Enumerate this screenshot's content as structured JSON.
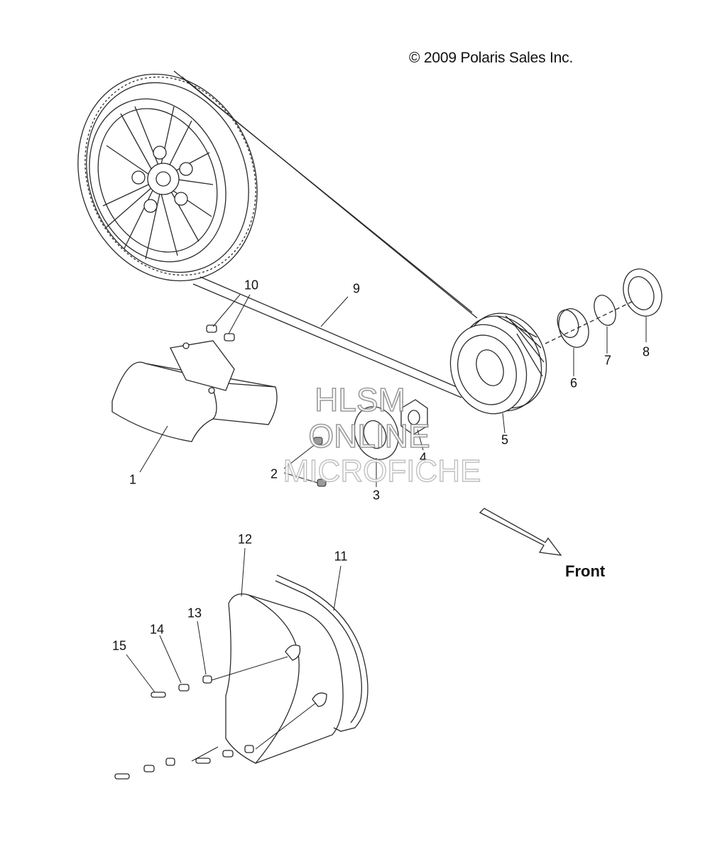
{
  "copyright": "© 2009 Polaris Sales Inc.",
  "callouts": [
    {
      "id": "1",
      "text": "1"
    },
    {
      "id": "2",
      "text": "2"
    },
    {
      "id": "3",
      "text": "3"
    },
    {
      "id": "4",
      "text": "4"
    },
    {
      "id": "5",
      "text": "5"
    },
    {
      "id": "6",
      "text": "6"
    },
    {
      "id": "7",
      "text": "7"
    },
    {
      "id": "8",
      "text": "8"
    },
    {
      "id": "9",
      "text": "9"
    },
    {
      "id": "10",
      "text": "10"
    },
    {
      "id": "11",
      "text": "11"
    },
    {
      "id": "12",
      "text": "12"
    },
    {
      "id": "13",
      "text": "13"
    },
    {
      "id": "14",
      "text": "14"
    },
    {
      "id": "15",
      "text": "15"
    }
  ],
  "direction_label": "Front",
  "watermark": {
    "line1": "HLSM",
    "line2": "ONLINE",
    "line3": "MICROFICHE"
  },
  "colors": {
    "line": "#2a2a2a",
    "shade": "#9a9a9a",
    "watermark_stroke": "#8a8a8a"
  }
}
